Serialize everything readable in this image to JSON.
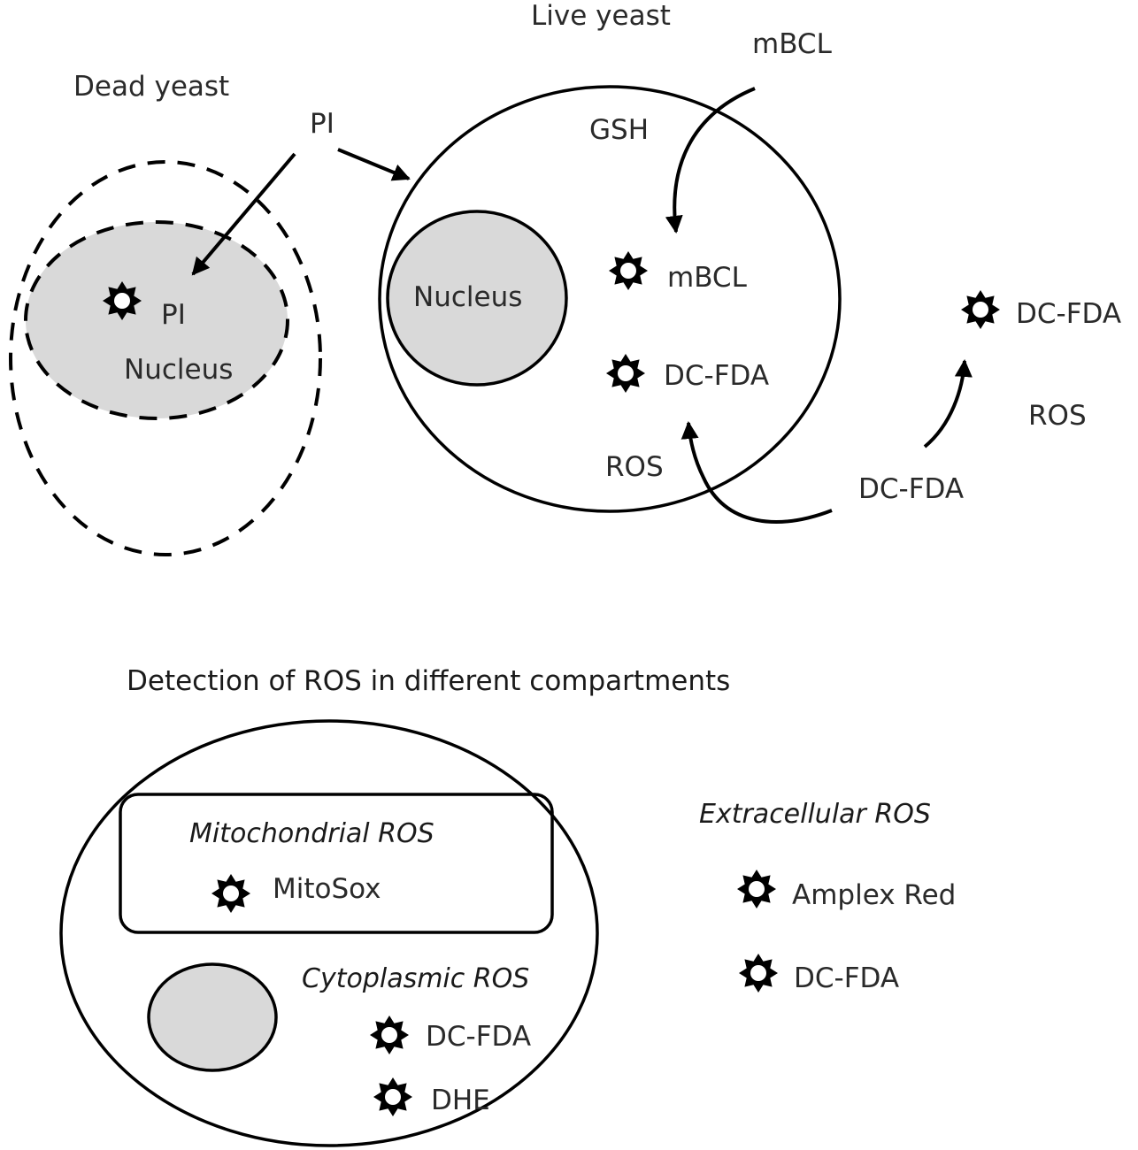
{
  "dead_yeast": {
    "title": "Dead yeast",
    "probe_entering": "PI",
    "nucleus_label": "Nucleus",
    "stained_probe": "PI"
  },
  "live_yeast": {
    "title": "Live yeast",
    "thiol_label": "GSH",
    "probe_entering_top": "mBCL",
    "nucleus_label": "Nucleus",
    "inside_probe_1": "mBCL",
    "inside_probe_2": "DC-FDA",
    "inside_ros": "ROS",
    "outside_probe_source": "DC-FDA",
    "outside_probe_stained": "DC-FDA",
    "outside_ros": "ROS"
  },
  "compartments": {
    "title": "Detection of ROS in different compartments",
    "mitochondrial": {
      "heading": "Mitochondrial ROS",
      "probes": [
        "MitoSox"
      ]
    },
    "cytoplasmic": {
      "heading": "Cytoplasmic ROS",
      "probes": [
        "DC-FDA",
        "DHE"
      ]
    },
    "extracellular": {
      "heading": "Extracellular ROS",
      "probes": [
        "Amplex Red",
        "DC-FDA"
      ]
    }
  },
  "icons": {
    "fluorescent_marker": "fluorescent-star-icon"
  },
  "colors": {
    "nucleus_fill": "#d9d9d9",
    "line": "#000000",
    "text": "#2a2a2a"
  }
}
